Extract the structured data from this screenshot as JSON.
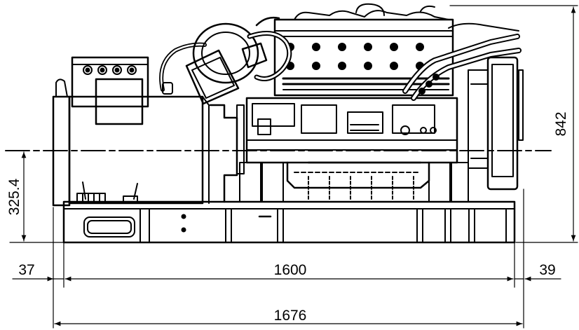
{
  "drawing": {
    "subject": "Diesel generator set side elevation",
    "line_color": "#000000",
    "background": "#ffffff"
  },
  "dimensions": {
    "height_total": "842",
    "center_height": "325.4",
    "left_overhang": "37",
    "base_length": "1600",
    "right_overhang": "39",
    "overall_length": "1676"
  }
}
